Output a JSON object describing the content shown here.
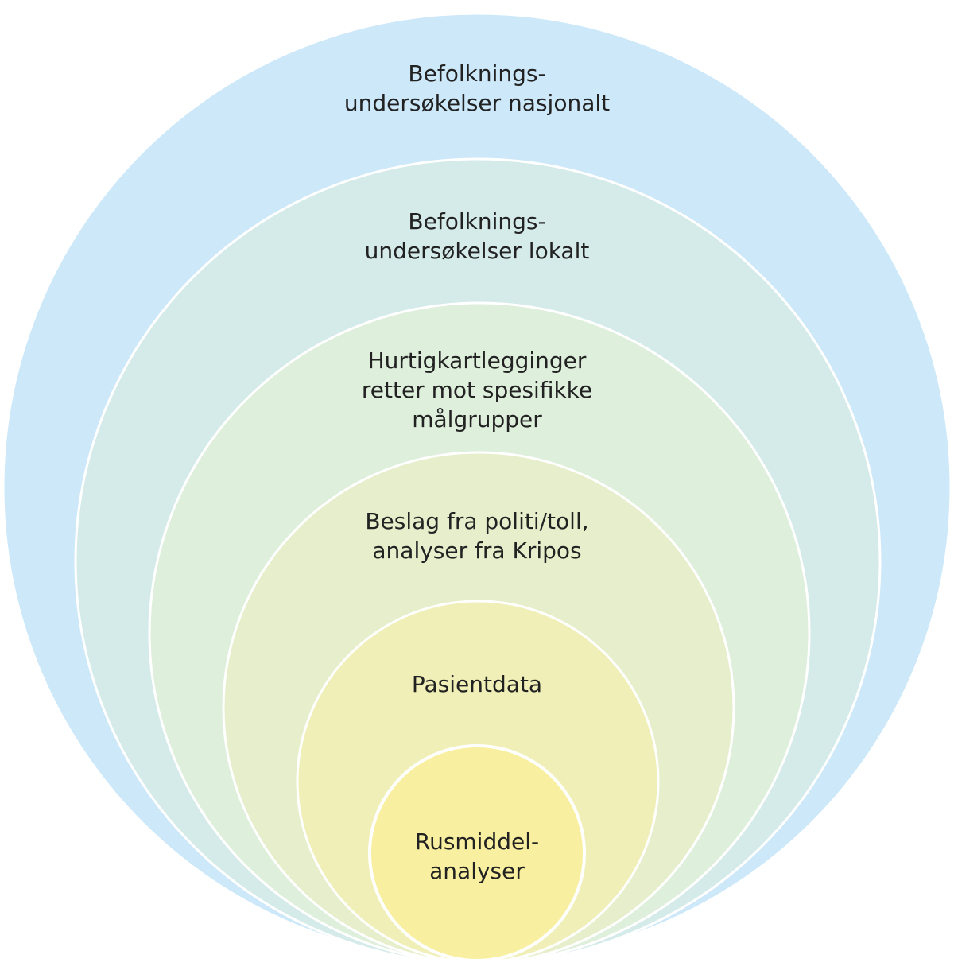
{
  "rings": [
    {
      "lines": [
        "Befolknings-",
        "undersøkelser nasjonalt"
      ],
      "color": "#cce8f9"
    },
    {
      "lines": [
        "Befolknings-",
        "undersøkelser lokalt"
      ],
      "color": "#d5ebea"
    },
    {
      "lines": [
        "Hurtigkartlegginger",
        "retter mot spesifikke",
        "målgrupper"
      ],
      "color": "#deefdc"
    },
    {
      "lines": [
        "Beslag fra politi/toll,",
        "analyser fra Kripos"
      ],
      "color": "#e7eecb"
    },
    {
      "lines": [
        "Pasientdata"
      ],
      "color": "#efefb7"
    },
    {
      "lines": [
        "Rusmiddel-",
        "analyser"
      ],
      "color": "#f8f0a0"
    }
  ]
}
